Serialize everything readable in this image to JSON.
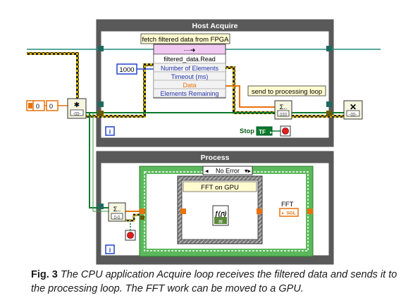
{
  "host_loop": {
    "title": "Host Acquire",
    "comment": "fetch filtered data from FPGA",
    "method_name": "filtered_data.Read",
    "props": [
      "Number of Elements",
      "Timeout (ms)",
      "Data",
      "Elements Remaining"
    ],
    "num_elements_const": "1000",
    "send_comment": "send to processing loop",
    "stop_label": "Stop",
    "stop_value": "TF",
    "iteration": "i"
  },
  "left_controls": {
    "const_a": "0",
    "const_b": "0"
  },
  "process_loop": {
    "title": "Process",
    "case_selector": "No Error",
    "subvi_title": "FFT on GPU",
    "fft_label": "FFT",
    "fft_type": "SGL",
    "iteration": "i"
  },
  "caption": {
    "label": "Fig. 3",
    "text": "The CPU application Acquire loop receives the filtered data and sends it to the processing loop. The FFT work can be moved to a GPU."
  },
  "colors": {
    "loop_frame": "#5a5a5a",
    "orange_wire": "#e8720c",
    "blue_wire": "#2244cc",
    "green_wire": "#0a7a2a",
    "teal_wire": "#1f8a7a",
    "case_green": "#5bb85b"
  }
}
